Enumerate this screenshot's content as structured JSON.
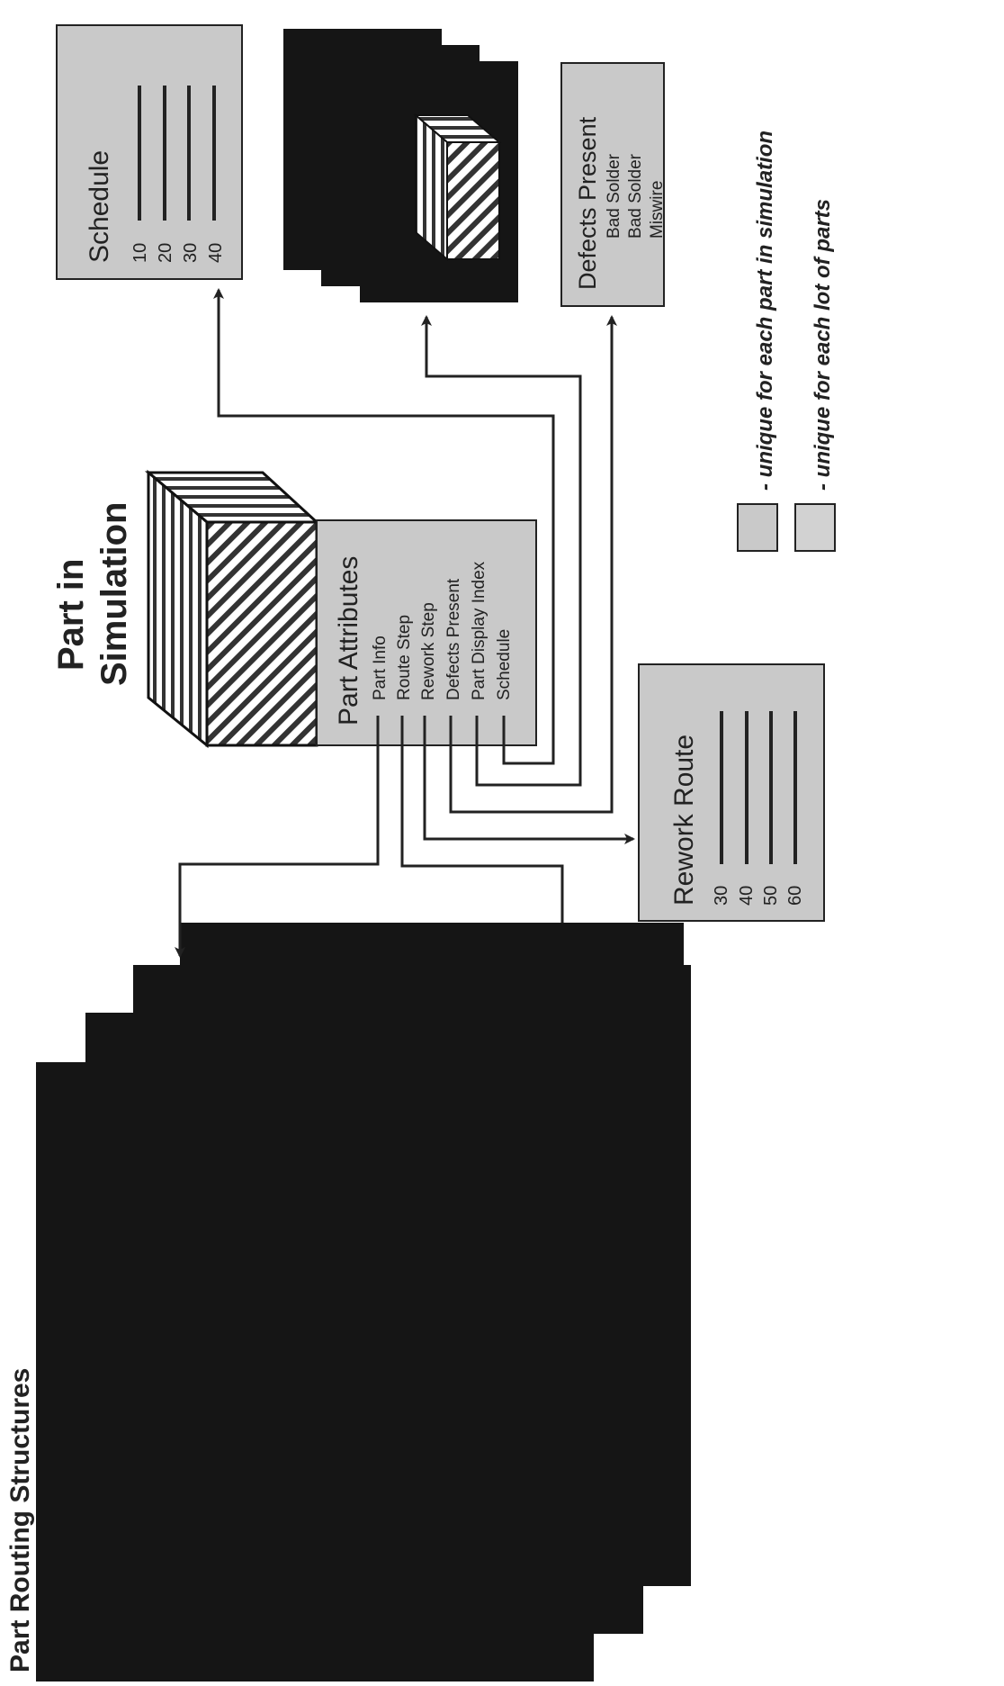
{
  "title_main": "Part Routing Structures",
  "title_part_line1": "Part in",
  "title_part_line2": "Simulation",
  "part_attributes": {
    "heading": "Part Attributes",
    "items": [
      "Part Info",
      "Route Step",
      "Rework Step",
      "Defects Present",
      "Part Display Index",
      "Schedule"
    ]
  },
  "schedule": {
    "heading": "Schedule",
    "steps": [
      "10",
      "20",
      "30",
      "40"
    ]
  },
  "defects": {
    "heading": "Defects Present",
    "items": [
      "Bad Solder",
      "Bad Solder",
      "Miswire"
    ]
  },
  "rework": {
    "heading": "Rework Route",
    "steps": [
      "30",
      "40",
      "50",
      "60"
    ]
  },
  "legend": {
    "item1": "- unique for each part in simulation",
    "item2": "- unique for each lot of parts"
  },
  "colors": {
    "box_fill": "#c9c9c9",
    "dark_fill": "#151515",
    "line": "#222222"
  }
}
